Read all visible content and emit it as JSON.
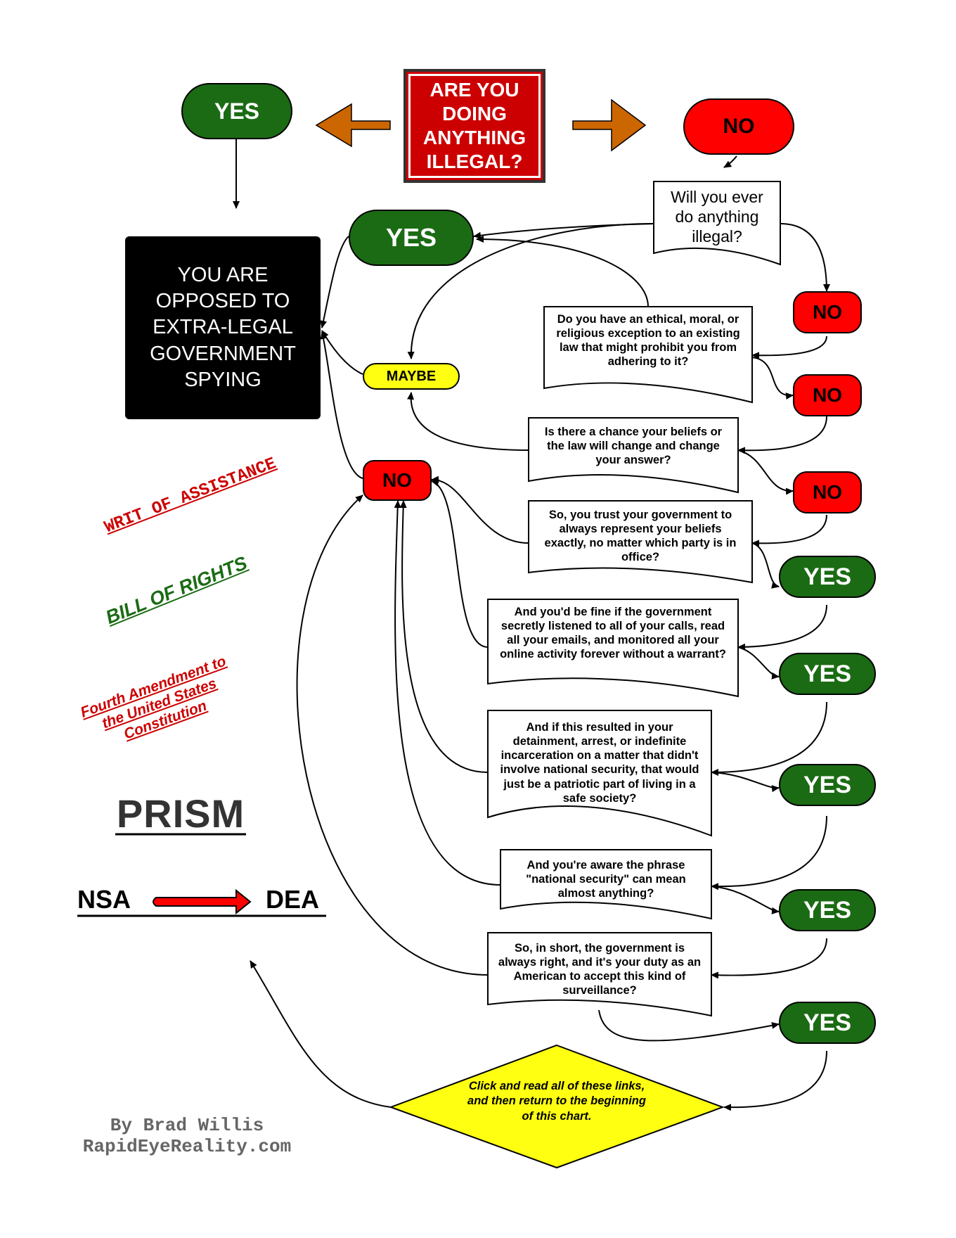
{
  "colors": {
    "green": "#1b6b14",
    "red": "#ff0000",
    "yellow": "#ffff11",
    "dark_red": "#cc0000",
    "black": "#000000",
    "orange": "#cc6600"
  },
  "start": {
    "question": "ARE YOU DOING ANYTHING ILLEGAL?"
  },
  "top": {
    "yes": "YES",
    "no": "NO"
  },
  "result": {
    "text": "YOU ARE OPPOSED TO EXTRA-LEGAL GOVERNMENT SPYING"
  },
  "hub": {
    "yes": "YES",
    "maybe": "MAYBE",
    "no": "NO"
  },
  "questions": {
    "q1": "Will you ever do anything illegal?",
    "q2": "Do you have an ethical, moral, or religious exception to an existing law that might prohibit you from adhering to it?",
    "q3": "Is there a chance your beliefs or the law will change and change your answer?",
    "q4": "So, you trust your government to always represent your beliefs exactly, no matter which party is in office?",
    "q5": "And you'd be fine if the government secretly listened to all of your calls, read all your emails, and monitored all your online activity forever without a warrant?",
    "q6": "And if this resulted in your detainment, arrest, or indefinite incarceration on a matter that didn't involve national security, that would just be a patriotic part of living in a safe society?",
    "q7": "And you're aware the phrase \"national security\" can mean almost anything?",
    "q8": "So, in short, the government is always right, and it's your duty as an American to accept this kind of surveillance?"
  },
  "answers": {
    "no1": "NO",
    "no2": "NO",
    "no3": "NO",
    "yes1": "YES",
    "yes2": "YES",
    "yes3": "YES",
    "yes4": "YES",
    "yes5": "YES"
  },
  "final": {
    "text": "Click and read all of these links, and then return to the beginning of this chart."
  },
  "links": {
    "writ": "WRIT OF ASSISTANCE",
    "bill": "BILL OF RIGHTS",
    "fourth": [
      "Fourth Amendment to",
      "the United States",
      "Constitution"
    ],
    "prism": "PRISM",
    "nsa": "NSA",
    "dea": "DEA"
  },
  "credit": {
    "line1": "By Brad Willis",
    "line2": "RapidEyeReality.com"
  }
}
